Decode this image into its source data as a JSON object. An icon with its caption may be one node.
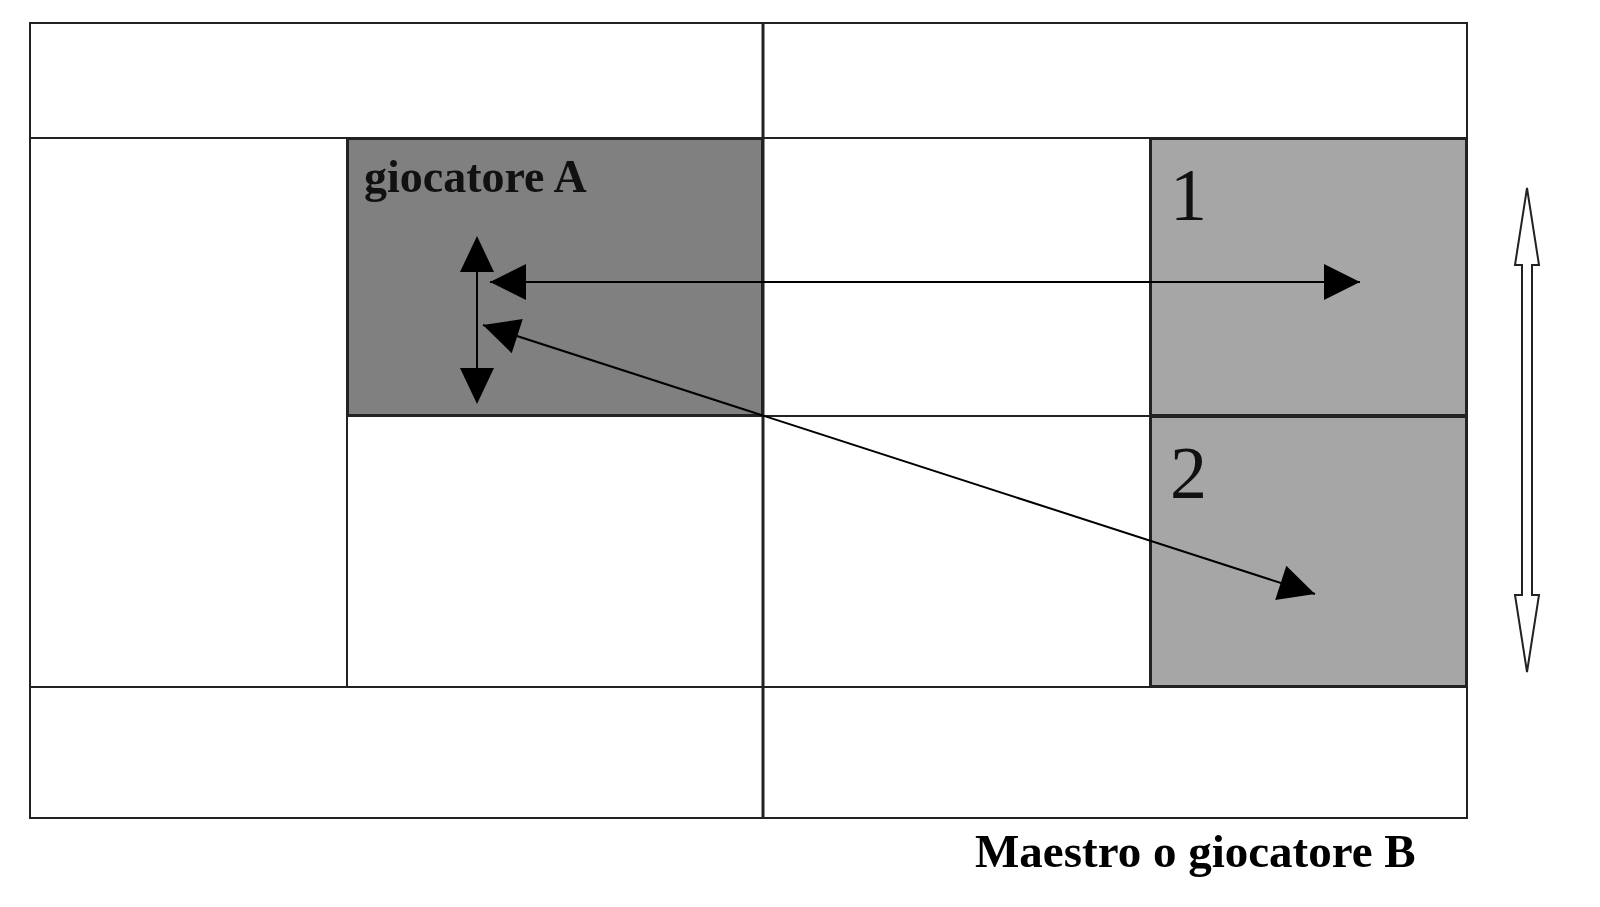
{
  "diagram": {
    "nodes": [
      {
        "text": [
          "giocatore A"
        ]
      },
      {
        "text": [
          "1"
        ]
      },
      {
        "text": [
          "2"
        ]
      }
    ],
    "edges": [
      {
        "from": 0,
        "to": 1,
        "arrow": "both"
      },
      {
        "from": 0,
        "to": 2,
        "arrow": "both"
      }
    ],
    "labels": [
      "Maestro o giocatore B"
    ]
  }
}
